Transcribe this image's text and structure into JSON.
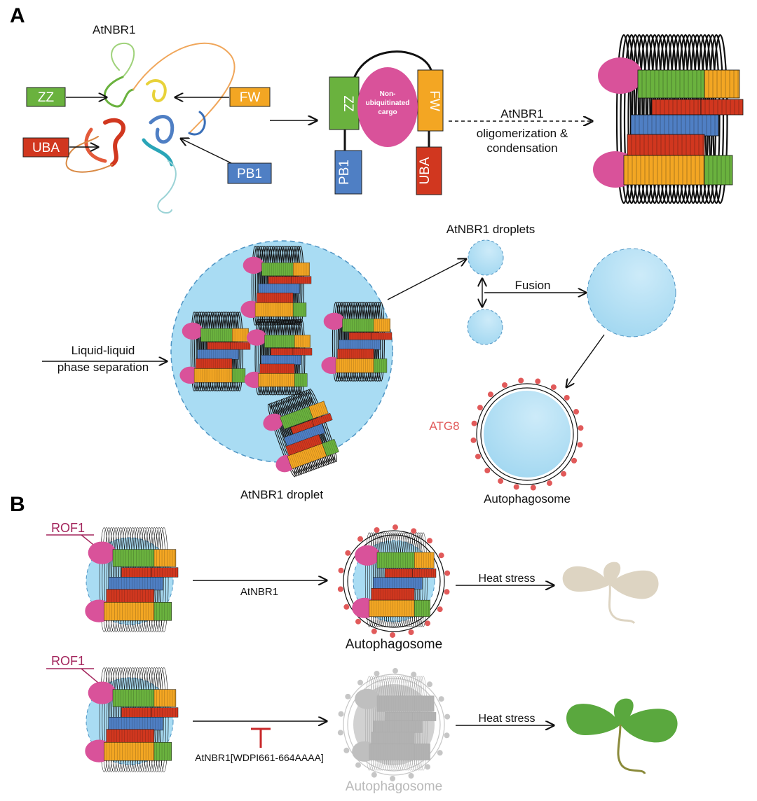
{
  "panels": {
    "a": "A",
    "b": "B"
  },
  "a": {
    "protein_title": "AtNBR1",
    "domains": {
      "zz": "ZZ",
      "fw": "FW",
      "uba": "UBA",
      "pb1": "PB1"
    },
    "cargo": "Non-ubiquitinated cargo",
    "cargo_line1": "Non-",
    "cargo_line2": "ubiquitinated",
    "cargo_line3": "cargo",
    "oligo_line1": "AtNBR1",
    "oligo_line2": "oligomerization &",
    "oligo_line3": "condensation",
    "llps_line1": "Liquid-liquid",
    "llps_line2": "phase separation",
    "droplets_label": "AtNBR1 droplets",
    "fusion_label": "Fusion",
    "droplet_label": "AtNBR1 droplet",
    "atg8_label": "ATG8",
    "autophagosome_label": "Autophagosome"
  },
  "b": {
    "rof1_label": "ROF1",
    "arrow1_label": "AtNBR1",
    "autophagosome_label": "Autophagosome",
    "heat_stress_label": "Heat stress",
    "mutant_label": "AtNBR1[WDPI661-664AAAA]"
  },
  "colors": {
    "zz": "#6ab23e",
    "fw": "#f3a623",
    "uba": "#d1371f",
    "pb1": "#4f7fc4",
    "cargo": "#d9529a",
    "droplet": "#a9dcf3",
    "atg8": "#e15a5a",
    "rof1": "#a3255c",
    "seedling_pale": "#ddd4c2",
    "seedling_green": "#5aa83e",
    "faded": "#b9b9b9"
  },
  "icons": [
    "protein-structure-icon",
    "condensate-icon",
    "droplet-icon",
    "autophagosome-icon",
    "seedling-icon",
    "inhibition-icon"
  ]
}
